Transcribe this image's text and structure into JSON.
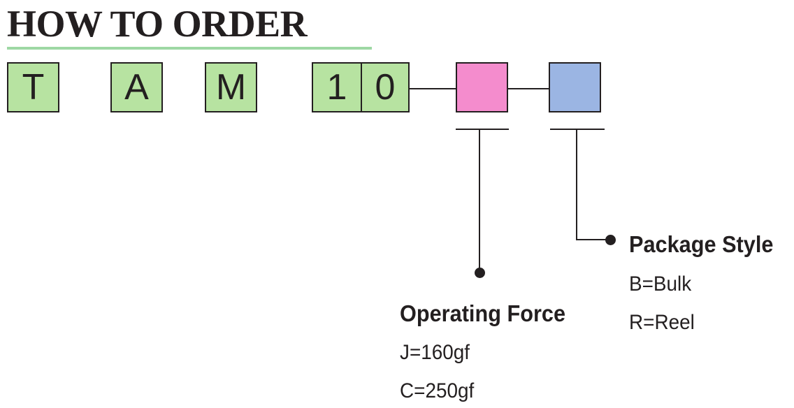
{
  "title": "HOW TO ORDER",
  "colors": {
    "code_fill": "#b7e3a1",
    "force_fill": "#f48ccd",
    "package_fill": "#9bb5e3",
    "title_rule": "#9ed8a4",
    "ink": "#231f20"
  },
  "code": {
    "letters": [
      "T",
      "A",
      "M"
    ],
    "digits": [
      "1",
      "0"
    ]
  },
  "fields": {
    "operating_force": {
      "heading": "Operating Force",
      "options": [
        "J=160gf",
        "C=250gf"
      ]
    },
    "package_style": {
      "heading": "Package Style",
      "options": [
        "B=Bulk",
        "R=Reel"
      ]
    }
  }
}
